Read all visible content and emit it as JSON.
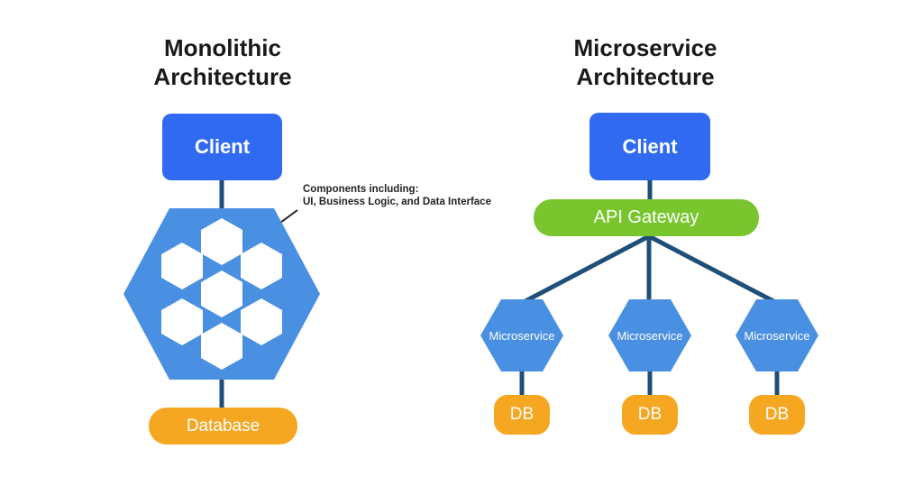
{
  "colors": {
    "clientBlue": "#2F6AF1",
    "hexBlue": "#4A90E2",
    "gatewayGreen": "#78C52E",
    "dbOrange": "#F6A722",
    "lineNavy": "#1F4E79",
    "inkDark": "#232323",
    "titleDark": "#1A1A1A"
  },
  "monolithic": {
    "title": "Monolithic Architecture",
    "client_label": "Client",
    "database_label": "Database",
    "annotation": {
      "line1": "Components including:",
      "line2": "UI, Business Logic, and Data Interface"
    }
  },
  "microservice": {
    "title": "Microservice Architecture",
    "client_label": "Client",
    "api_gateway_label": "API Gateway",
    "services": [
      {
        "label": "Microservice",
        "db_label": "DB"
      },
      {
        "label": "Microservice",
        "db_label": "DB"
      },
      {
        "label": "Microservice",
        "db_label": "DB"
      }
    ]
  }
}
